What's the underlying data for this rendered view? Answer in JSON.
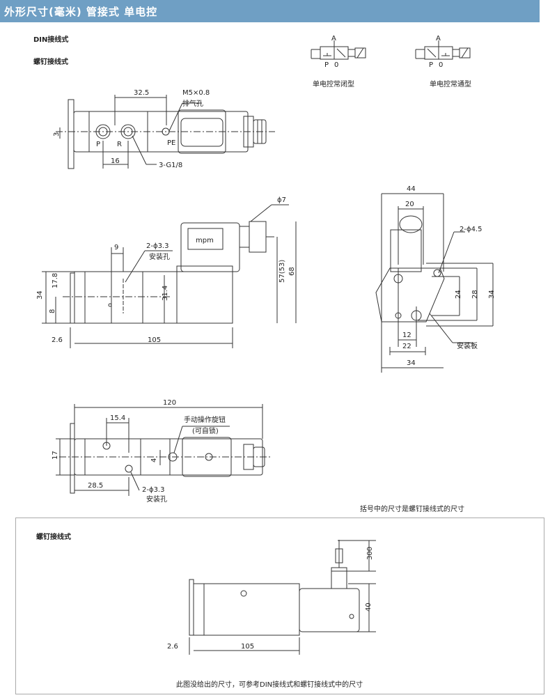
{
  "header": {
    "title": "外形尺寸(毫米)  管接式  单电控"
  },
  "labels": {
    "din": "DIN接线式",
    "screw": "螺钉接线式",
    "screw_box": "螺钉接线式",
    "nc": "单电控常闭型",
    "no": "单电控常通型",
    "note_bracket": "括号中的尺寸是螺钉接线式的尺寸",
    "note_bottom": "此图没给出的尺寸，可参考DIN接线式和螺钉接线式中的尺寸"
  },
  "symbol": {
    "a": "A",
    "p": "P",
    "o": "0"
  },
  "top_view": {
    "d_32_5": "32.5",
    "m5": "M5×0.8",
    "exhaust": "排气孔",
    "d_3": "3",
    "p": "P",
    "r": "R",
    "pe": "PE",
    "d_16": "16",
    "g18": "3-G1/8"
  },
  "side_view": {
    "phi7": "ϕ7",
    "d_9": "9",
    "hole": "2-ϕ3.3",
    "install": "安装孔",
    "d_34": "34",
    "d_17_8": "17.8",
    "d_8": "8",
    "d_31_4": "31.4",
    "d_57": "57(53)",
    "d_68": "68",
    "d_2_6": "2.6",
    "d_105": "105",
    "mpm": "mpm"
  },
  "end_view": {
    "d_44": "44",
    "d_20": "20",
    "hole45": "2-ϕ4.5",
    "d_24": "24",
    "d_28": "28",
    "d_34": "34",
    "d_12": "12",
    "d_22": "22",
    "d_34b": "34",
    "plate": "安装板"
  },
  "bottom_view": {
    "d_120": "120",
    "d_15_4": "15.4",
    "manual": "手动操作旋钮",
    "lockable": "(可自锁)",
    "d_17": "17",
    "d_4": "4",
    "d_28_5": "28.5",
    "hole": "2-ϕ3.3",
    "install": "安装孔"
  },
  "screw_view": {
    "d_300": "300",
    "d_40": "40",
    "d_2_6": "2.6",
    "d_105": "105"
  }
}
